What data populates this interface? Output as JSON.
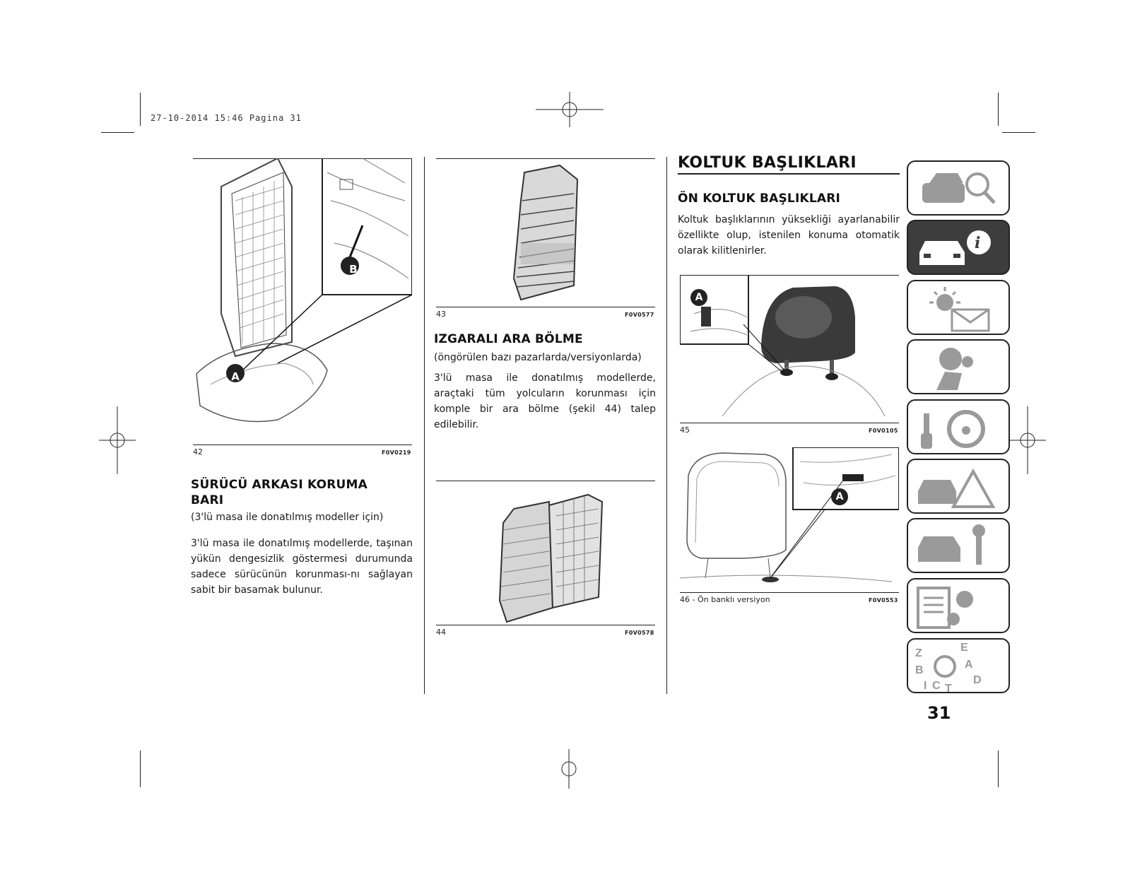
{
  "print_header": "27-10-2014 15:46 Pagina 31",
  "page_number": "31",
  "col1": {
    "figure": {
      "number": "42",
      "code": "F0V0219",
      "callouts": [
        "A",
        "B"
      ]
    },
    "heading_line1": "SÜRÜCÜ ARKASI KORUMA",
    "heading_line2": "BARI",
    "subtitle": "(3'lü masa ile donatılmış modeller için)",
    "body": "3'lü masa ile donatılmış modellerde, taşınan yükün dengesizlik göstermesi durumunda sadece sürücünün korunması-nı sağlayan sabit bir basamak bulunur."
  },
  "col2": {
    "figure_top": {
      "number": "43",
      "code": "F0V0577"
    },
    "heading": "IZGARALI ARA BÖLME",
    "subtitle": "(öngörülen bazı pazarlarda/versiyonlarda)",
    "body": "3'lü masa ile donatılmış modellerde, araçtaki tüm yolcuların korunması için komple bir ara bölme (şekil 44) talep edilebilir.",
    "figure_bottom": {
      "number": "44",
      "code": "F0V0578"
    }
  },
  "col3": {
    "title": "KOLTUK BAŞLIKLARI",
    "heading": "ÖN KOLTUK BAŞLIKLARI",
    "body": "Koltuk başlıklarının yüksekliği ayarlanabilir özellikte olup, istenilen konuma otomatik olarak kilitlenirler.",
    "figure_top": {
      "number": "45",
      "code": "F0V0105",
      "callout": "A"
    },
    "figure_bottom": {
      "caption": "46 - Ön banklı versiyon",
      "code": "F0V0553",
      "callout": "A"
    }
  },
  "side_tabs": [
    {
      "icon": "car-magnifier-icon",
      "active": false
    },
    {
      "icon": "car-info-icon",
      "active": true
    },
    {
      "icon": "warning-light-envelope-icon",
      "active": false
    },
    {
      "icon": "airbag-person-icon",
      "active": false
    },
    {
      "icon": "key-steering-wheel-icon",
      "active": false
    },
    {
      "icon": "car-accident-triangle-icon",
      "active": false
    },
    {
      "icon": "car-wrench-icon",
      "active": false
    },
    {
      "icon": "document-gears-icon",
      "active": false
    },
    {
      "icon": "alphabet-index-icon",
      "active": false
    }
  ],
  "colors": {
    "tab_active_bg": "#3d3d3d",
    "icon_gray": "#9a9a9a",
    "ink": "#1a1a1a"
  }
}
